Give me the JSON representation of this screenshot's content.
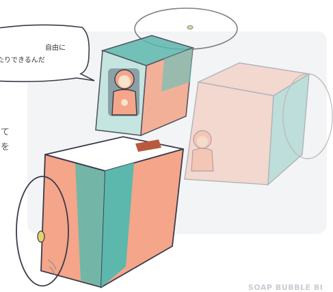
{
  "speech_bubble": {
    "line1": "自由に",
    "line2": "たりできるんだ"
  },
  "side_text": {
    "mark1": "て",
    "mark2": "を"
  },
  "brand": "SOAP BUBBLE BI",
  "colors": {
    "salmon": "#f4a58a",
    "teal": "#5cb8ad",
    "outline": "#3a3a4a",
    "panel": "#f3f4f5"
  },
  "icons": [
    "speech-bubble-icon",
    "cube-illustration-icon",
    "child-figure-icon",
    "bubble-ring-icon"
  ]
}
